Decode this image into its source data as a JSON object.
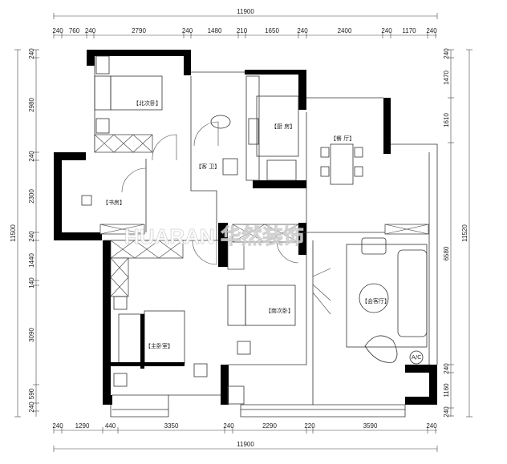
{
  "title": "Apartment floor plan",
  "dimensions": {
    "top_total": "11900",
    "top": [
      "240",
      "760",
      "240",
      "2790",
      "240",
      "1480",
      "210",
      "1650",
      "240",
      "2400",
      "240",
      "1170",
      "240"
    ],
    "bottom_total": "11900",
    "bottom": [
      "240",
      "1290",
      "440",
      "3350",
      "240",
      "2290",
      "220",
      "3590",
      "240"
    ],
    "left_total": "11500",
    "left": [
      "240",
      "2980",
      "240",
      "2300",
      "240",
      "1440",
      "140",
      "3090",
      "590",
      "240"
    ],
    "right_total": "11520",
    "right": [
      "240",
      "1470",
      "1610",
      "6580",
      "240",
      "1160",
      "240"
    ]
  },
  "rooms": {
    "north_bedroom": "【北次卧】",
    "kitchen": "【厨 房】",
    "guest_bath": "【客 卫】",
    "dining": "【餐 厅】",
    "study": "【书房】",
    "master_bedroom": "【主卧室】",
    "south_bedroom": "【南次卧】",
    "living": "【会客厅】",
    "ac": "A/C"
  },
  "watermark": "HUARAN 华然装饰"
}
